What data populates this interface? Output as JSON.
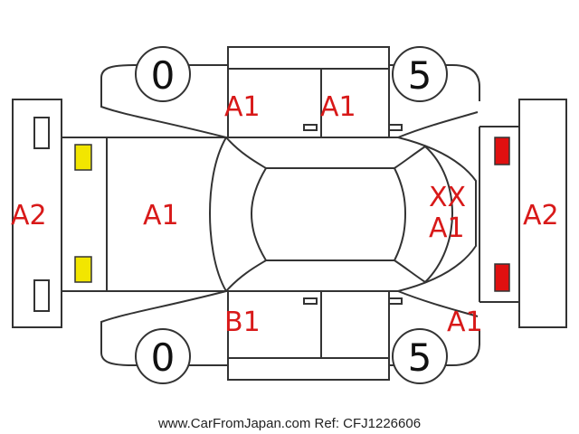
{
  "labels": {
    "front_bumper": "A2",
    "rear_bumper": "A2",
    "hood": "A1",
    "front_door_upper": "A1",
    "rear_door_upper": "A1",
    "tailgate_xx": "XX",
    "tailgate_a1": "A1",
    "front_door_lower": "B1",
    "rear_quarter_lower": "A1"
  },
  "tires": {
    "front_top": "0",
    "rear_top": "5",
    "front_bottom": "0",
    "rear_bottom": "5"
  },
  "footer": "www.CarFromJapan.com Ref: CFJ1226606",
  "colors": {
    "label": "#d81919",
    "front_lights": "#f2e600",
    "rear_lights": "#e01010",
    "outline": "#333333"
  }
}
